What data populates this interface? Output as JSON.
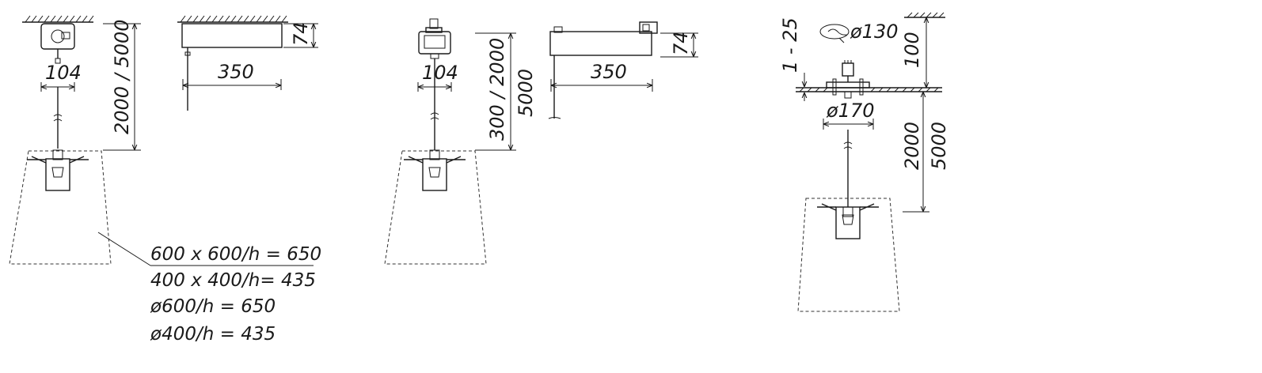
{
  "view1": {
    "width": "104",
    "height": "2000 / 5000",
    "profile_height": "74",
    "length": "350"
  },
  "view2": {
    "width": "104",
    "height": "300 / 2000",
    "cable": "5000",
    "profile_height": "74",
    "length": "350"
  },
  "view3": {
    "hole": "ø130",
    "recess": "1 - 25",
    "ceiling_height": "100",
    "canopy": "ø170",
    "drop_min": "2000",
    "drop_max": "5000"
  },
  "shade_sizes": [
    "600 x 600/h = 650",
    "400 x 400/h= 435",
    "ø600/h = 650",
    "ø400/h = 435"
  ]
}
